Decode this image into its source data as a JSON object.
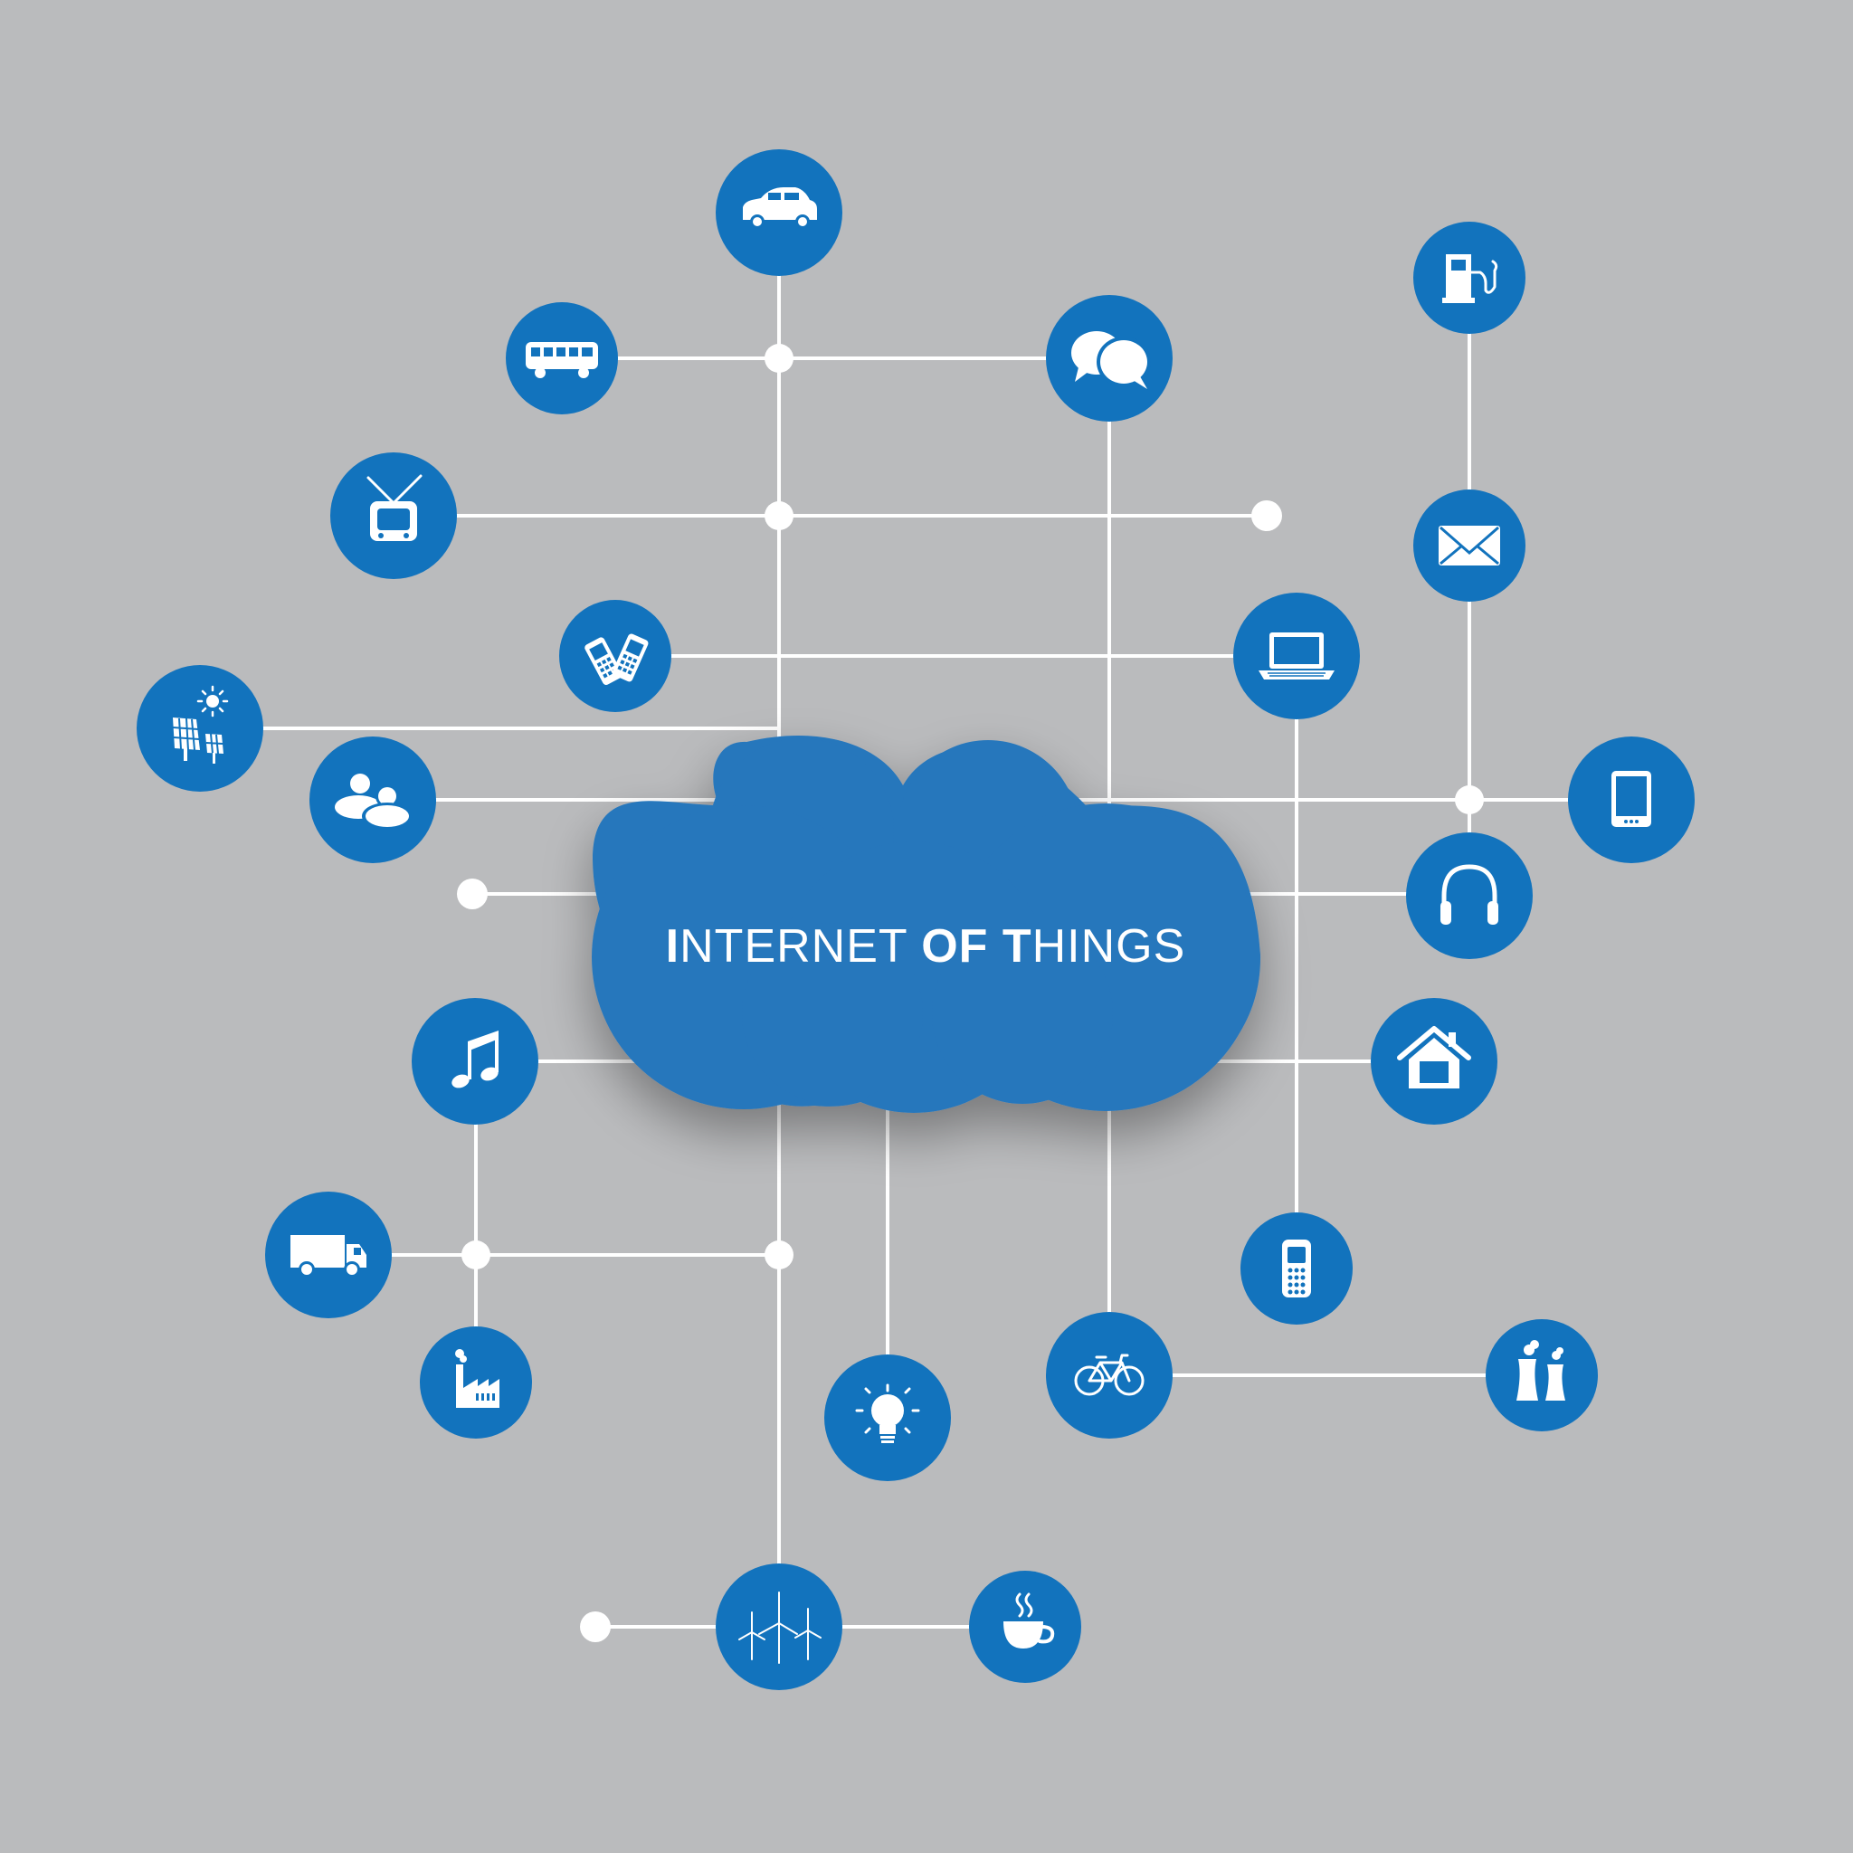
{
  "title": {
    "part1_initial": "I",
    "part1_rest": "NTERNET ",
    "part2": "OF",
    "part3_initial": " T",
    "part3_rest": "HINGS"
  },
  "colors": {
    "background": "#babbbd",
    "node": "#1273bd",
    "cloud": "#2877bc",
    "connector": "#ffffff"
  },
  "nodes": [
    {
      "id": "car",
      "icon": "car-icon"
    },
    {
      "id": "bus",
      "icon": "bus-icon"
    },
    {
      "id": "chat",
      "icon": "chat-bubbles-icon"
    },
    {
      "id": "fuel",
      "icon": "fuel-pump-icon"
    },
    {
      "id": "tv",
      "icon": "tv-icon"
    },
    {
      "id": "mail",
      "icon": "envelope-icon"
    },
    {
      "id": "phones",
      "icon": "mobile-phones-icon"
    },
    {
      "id": "laptop",
      "icon": "laptop-icon"
    },
    {
      "id": "solar",
      "icon": "solar-panel-icon"
    },
    {
      "id": "people",
      "icon": "users-icon"
    },
    {
      "id": "tablet",
      "icon": "tablet-icon"
    },
    {
      "id": "headphones",
      "icon": "headphones-icon"
    },
    {
      "id": "music",
      "icon": "music-note-icon"
    },
    {
      "id": "home",
      "icon": "house-icon"
    },
    {
      "id": "truck",
      "icon": "truck-icon"
    },
    {
      "id": "cellphone",
      "icon": "cell-phone-icon"
    },
    {
      "id": "factory",
      "icon": "factory-icon"
    },
    {
      "id": "bulb",
      "icon": "light-bulb-icon"
    },
    {
      "id": "bike",
      "icon": "bicycle-icon"
    },
    {
      "id": "powerplant",
      "icon": "power-plant-icon"
    },
    {
      "id": "wind",
      "icon": "wind-turbines-icon"
    },
    {
      "id": "coffee",
      "icon": "coffee-cup-icon"
    }
  ]
}
